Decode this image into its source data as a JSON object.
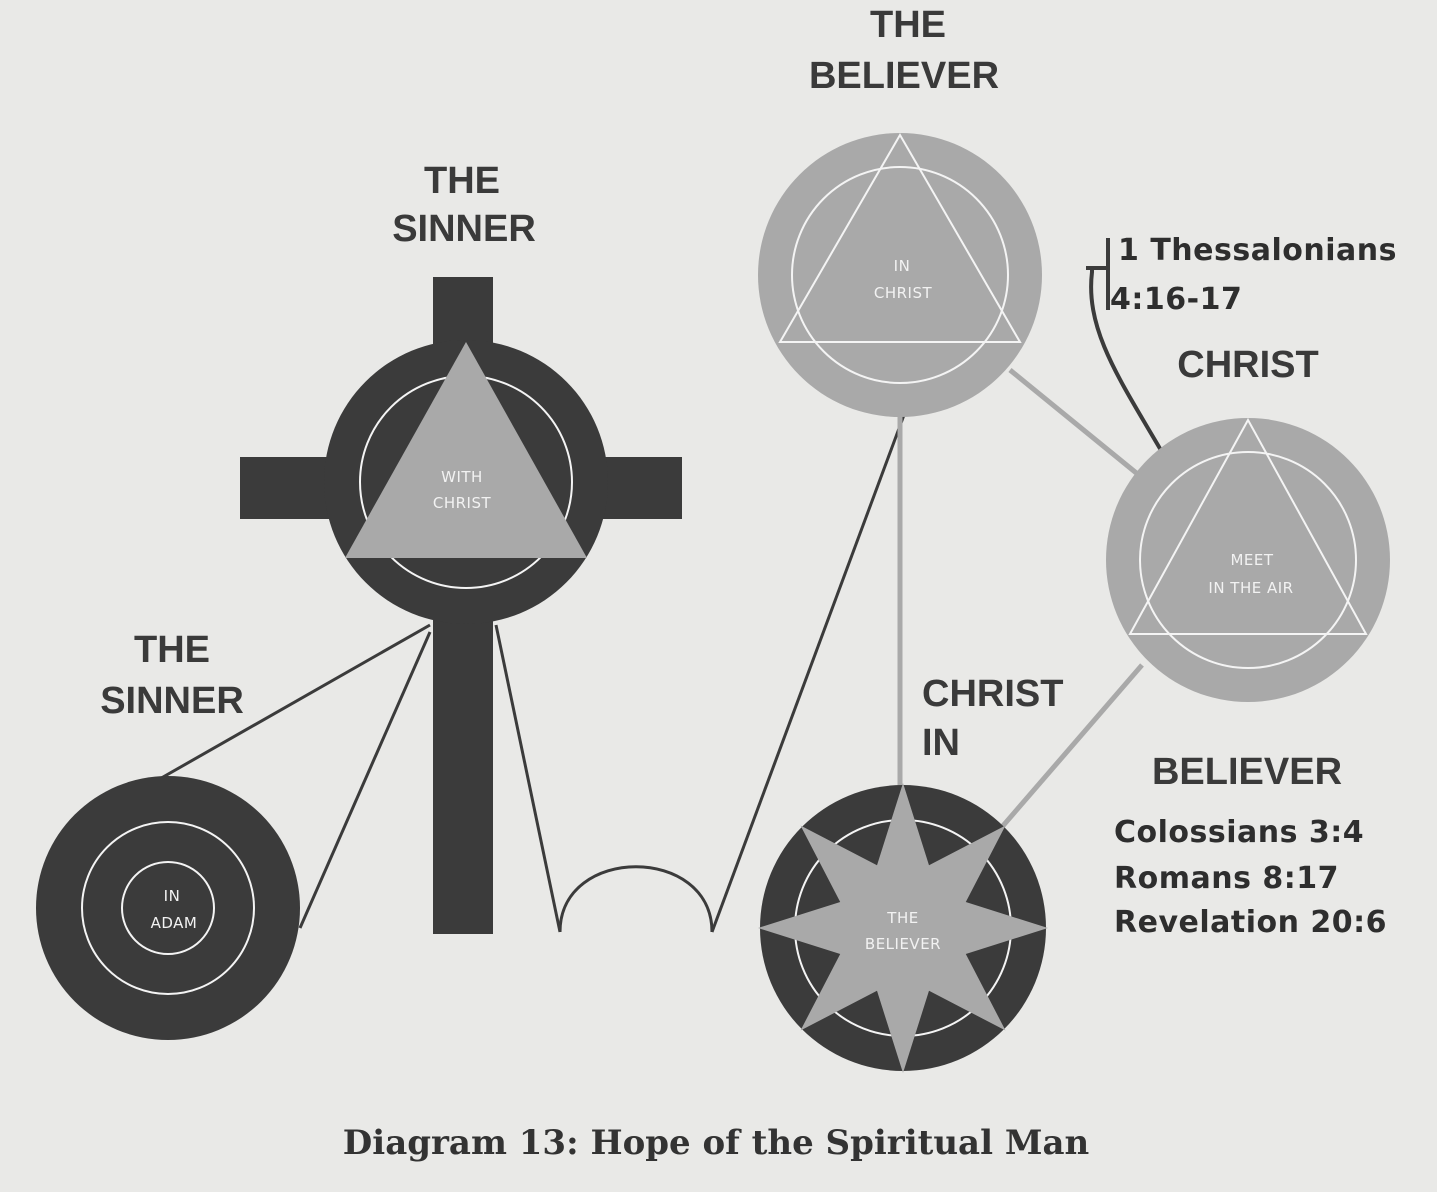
{
  "labels": {
    "sinner_top_line1": "THE",
    "sinner_top_line2": "SINNER",
    "sinner_left_line1": "THE",
    "sinner_left_line2": "SINNER",
    "believer_top_line1": "THE",
    "believer_top_line2": "BELIEVER",
    "christ_right": "CHRIST",
    "christ_in_line1": "CHRIST",
    "christ_in_line2": "IN",
    "believer_right": "BELIEVER"
  },
  "circles": {
    "adam": {
      "line1": "IN",
      "line2": "ADAM"
    },
    "with_christ": {
      "line1": "WITH",
      "line2": "CHRIST"
    },
    "in_christ": {
      "line1": "IN",
      "line2": "CHRIST"
    },
    "meet_air": {
      "line1": "MEET",
      "line2": "IN THE AIR"
    },
    "the_believer": {
      "line1": "THE",
      "line2": "BELIEVER"
    }
  },
  "references": {
    "thessalonians_line1": "1 Thessalonians",
    "thessalonians_line2": "4:16-17",
    "verses": [
      "Colossians 3:4",
      "Romans 8:17",
      "Revelation 20:6"
    ]
  },
  "caption": "Diagram 13: Hope of the Spiritual Man",
  "colors": {
    "background": "#e9e9e7",
    "dark": "#3b3b3b",
    "light_gray": "#a9a9a9",
    "white_line": "#f4f4f4"
  }
}
